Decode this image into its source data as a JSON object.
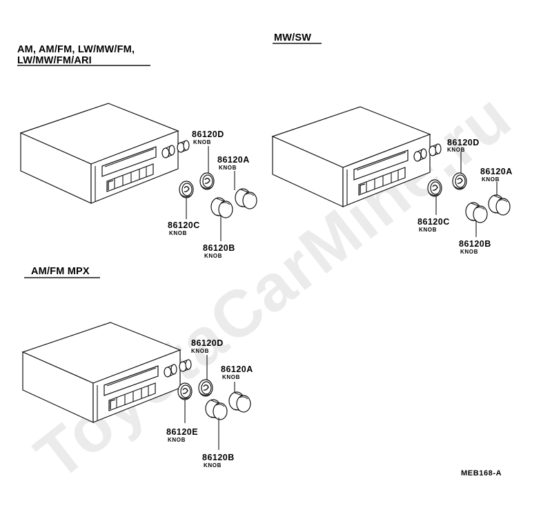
{
  "headings": {
    "group1_line1": "AM, AM/FM, LW/MW/FM,",
    "group1_line2": "LW/MW/FM/ARI",
    "group2": "MW/SW",
    "group3": "AM/FM MPX"
  },
  "groups": [
    {
      "id": "am-fm",
      "parts": [
        {
          "number": "86120D",
          "name": "KNOB"
        },
        {
          "number": "86120A",
          "name": "KNOB"
        },
        {
          "number": "86120C",
          "name": "KNOB"
        },
        {
          "number": "86120B",
          "name": "KNOB"
        }
      ]
    },
    {
      "id": "mw-sw",
      "parts": [
        {
          "number": "86120D",
          "name": "KNOB"
        },
        {
          "number": "86120A",
          "name": "KNOB"
        },
        {
          "number": "86120C",
          "name": "KNOB"
        },
        {
          "number": "86120B",
          "name": "KNOB"
        }
      ]
    },
    {
      "id": "am-fm-mpx",
      "parts": [
        {
          "number": "86120D",
          "name": "KNOB"
        },
        {
          "number": "86120A",
          "name": "KNOB"
        },
        {
          "number": "86120E",
          "name": "KNOB"
        },
        {
          "number": "86120B",
          "name": "KNOB"
        }
      ]
    }
  ],
  "drawing_code": "MEB168-A",
  "watermark": "ToyotaCarMine.ru"
}
